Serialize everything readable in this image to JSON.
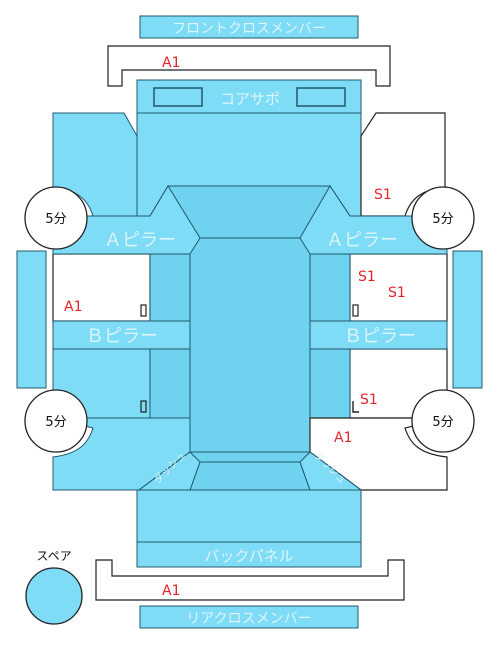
{
  "labels": {
    "front_cross_member": "フロントクロスメンバー",
    "core_support": "コアサポ",
    "a_pillar": "Ａピラー",
    "b_pillar": "Ｂピラー",
    "back_panel": "バックパネル",
    "rear_cross_member": "リアクロスメンバー",
    "spare": "スペア",
    "dash": "ダッシュ",
    "tire_minutes": "5分"
  },
  "damage_codes": {
    "a1": "A1",
    "s1": "S1"
  },
  "colors": {
    "panel_fill": "#7fdcf7",
    "panel_stroke": "#20586e",
    "label_text": "#dcf4fc",
    "code_text": "#e8222a"
  }
}
